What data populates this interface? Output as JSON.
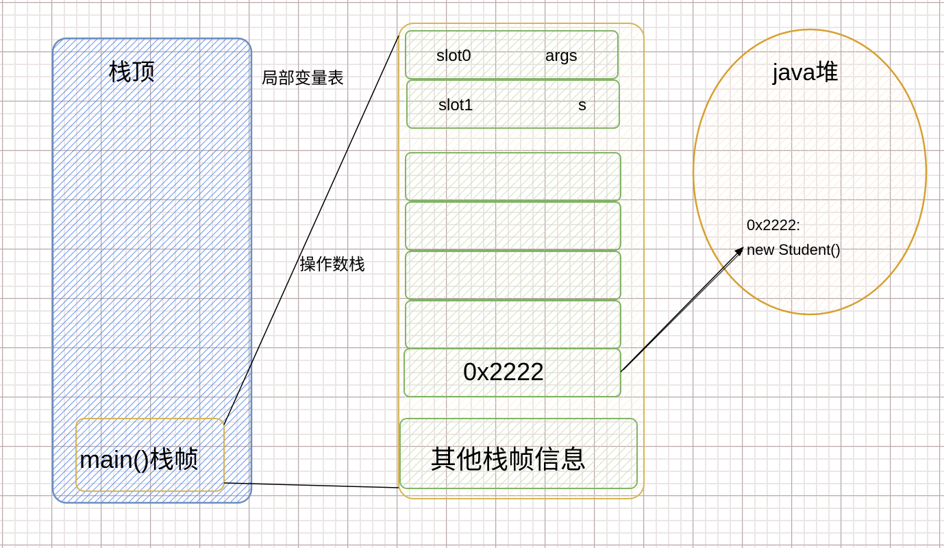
{
  "stack": {
    "title": "栈顶",
    "frame_label": "main()栈帧"
  },
  "frame": {
    "local_vars_label": "局部变量表",
    "operand_stack_label": "操作数栈",
    "slots": [
      {
        "name": "slot0",
        "value": "args"
      },
      {
        "name": "slot1",
        "value": "s"
      }
    ],
    "operand_top_value": "0x2222",
    "other_info": "其他栈帧信息"
  },
  "heap": {
    "title": "java堆",
    "object_address": "0x2222:",
    "object_value": "new Student()"
  },
  "colors": {
    "stack_blue": "#4a7fe8",
    "green": "#82b366",
    "gold": "#d6b656"
  }
}
